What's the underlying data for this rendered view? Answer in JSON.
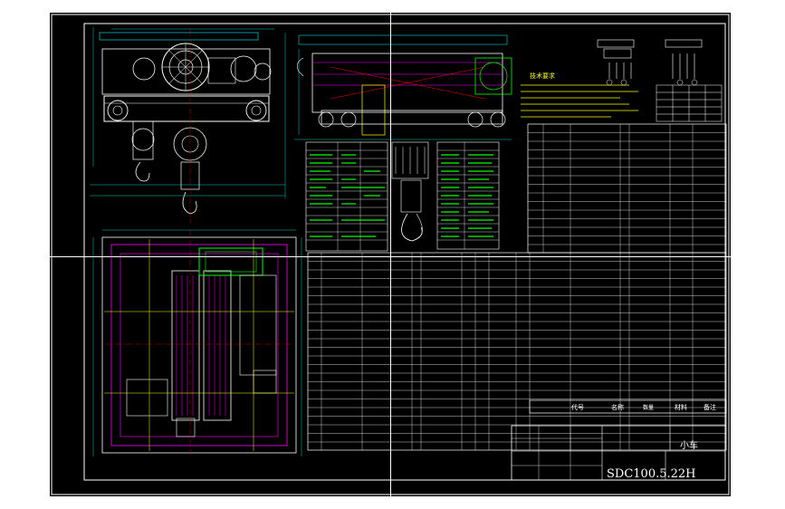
{
  "drawing": {
    "part_name": "小车",
    "drawing_number": "SDC100.5.22H",
    "notes_heading": "技术要求",
    "table_headers": {
      "col_code": "代号",
      "col_name": "名称",
      "col_qty": "数量",
      "col_material": "材料",
      "col_remark": "备注"
    }
  },
  "colors": {
    "background": "#000000",
    "canvas_border": "#ffffff",
    "line_white": "#ffffff",
    "line_magenta": "#ff00ff",
    "line_cyan": "#00ffff",
    "line_green": "#00ff00",
    "line_yellow": "#ffff00",
    "line_red": "#ff0000"
  }
}
